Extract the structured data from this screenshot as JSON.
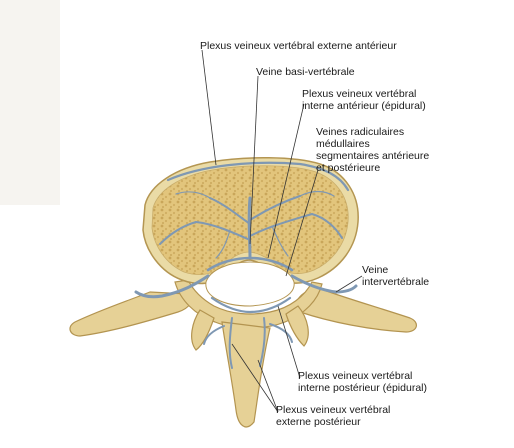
{
  "labels": {
    "plexus_ext_ant": "Plexus veineux vertébral externe antérieur",
    "basi": "Veine basi-vertébrale",
    "plexus_int_ant": [
      "Plexus veineux vertébral",
      "interne antérieur (épidural)"
    ],
    "radiculaires": [
      "Veines radiculaires",
      "médullaires",
      "segmentaires antérieure",
      "et postérieure"
    ],
    "intervertebrale": [
      "Veine",
      "intervertébrale"
    ],
    "plexus_int_post": [
      "Plexus veineux vertébral",
      "interne postérieur (épidural)"
    ],
    "plexus_ext_post": [
      "Plexus veineux vertébral",
      "externe postérieur"
    ]
  },
  "colors": {
    "bone": "#e9d59a",
    "bone_edge": "#b99a55",
    "spongy": "#d9b96a",
    "vein": "#8fa6bd",
    "vein_edge": "#5d7590",
    "leader": "#333333"
  }
}
